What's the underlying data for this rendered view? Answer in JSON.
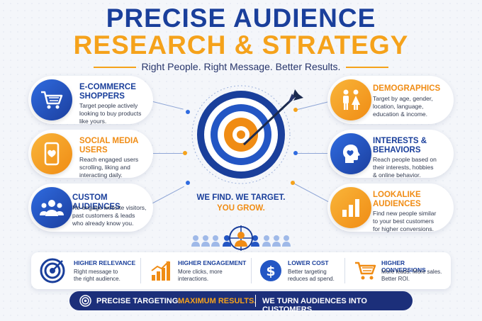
{
  "header": {
    "title_line1": "PRECISE AUDIENCE",
    "title_line2": "RESEARCH & STRATEGY",
    "subtitle": "Right People. Right Message. Better Results."
  },
  "left_cards": [
    {
      "title_line1": "E-COMMERCE",
      "title_line2": "SHOPPERS",
      "desc_line1": "Target people actively",
      "desc_line2": "looking to buy products",
      "desc_line3": "like yours.",
      "icon": "shopping-cart-icon"
    },
    {
      "title_line1": "SOCIAL MEDIA",
      "title_line2": "USERS",
      "desc_line1": "Reach engaged users",
      "desc_line2": "scrolling, liking and",
      "desc_line3": "interacting daily.",
      "icon": "smartphone-heart-icon"
    },
    {
      "title_line1": "CUSTOM AUDIENCES",
      "desc_line1": "Re-engage website visitors,",
      "desc_line2": "past customers & leads",
      "desc_line3": "who already know you.",
      "icon": "group-icon"
    }
  ],
  "right_cards": [
    {
      "title_line1": "DEMOGRAPHICS",
      "desc_line1": "Target by age, gender,",
      "desc_line2": "location, language,",
      "desc_line3": "education & income.",
      "icon": "man-woman-icon"
    },
    {
      "title_line1": "INTERESTS &",
      "title_line2": "BEHAVIORS",
      "desc_line1": "Reach people based on",
      "desc_line2": "their interests, hobbies",
      "desc_line3": "& online behavior.",
      "icon": "head-heart-icon"
    },
    {
      "title_line1": "LOOKALIKE",
      "title_line2": "AUDIENCES",
      "desc_line1": "Find new people similar",
      "desc_line2": "to your best customers",
      "desc_line3": "for higher conversions.",
      "icon": "bar-chart-icon"
    }
  ],
  "center": {
    "tagline_line1": "WE FIND. WE TARGET.",
    "tagline_line2": "YOU GROW."
  },
  "benefits": [
    {
      "title": "HIGHER RELEVANCE",
      "desc_line1": "Right message to",
      "desc_line2": "the right audience.",
      "icon": "target-icon"
    },
    {
      "title": "HIGHER ENGAGEMENT",
      "desc_line1": "More clicks, more",
      "desc_line2": "interactions.",
      "icon": "growth-chart-icon"
    },
    {
      "title": "LOWER COST",
      "desc_line1": "Better targeting",
      "desc_line2": "reduces ad spend.",
      "icon": "dollar-icon"
    },
    {
      "title": "HIGHER CONVERSIONS",
      "desc_line1": "More leads. More sales.",
      "desc_line2": "Better ROI.",
      "icon": "cart-icon"
    }
  ],
  "banner": {
    "part1": "PRECISE TARGETING.",
    "part2": "MAXIMUM RESULTS.",
    "part3": "WE TURN AUDIENCES INTO CUSTOMERS."
  },
  "colors": {
    "navy": "#1a3f9b",
    "orange": "#f5a21b",
    "banner": "#1c2f7a"
  }
}
